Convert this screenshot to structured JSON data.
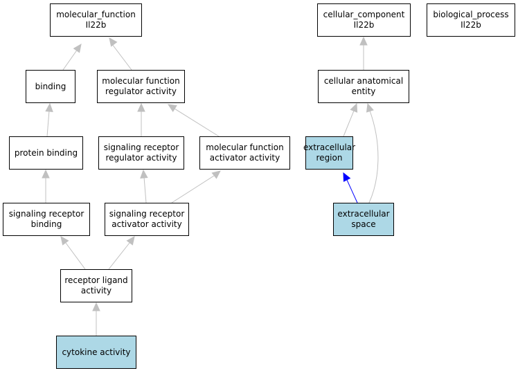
{
  "colors": {
    "highlight_fill": "#add8e6",
    "edge_gray": "#c0c0c0",
    "edge_blue": "#0000ff",
    "border": "#000000"
  },
  "nodes": {
    "mf": {
      "line1": "molecular_function",
      "line2": "Il22b",
      "highlighted": false
    },
    "cc": {
      "line1": "cellular_component",
      "line2": "Il22b",
      "highlighted": false
    },
    "bp": {
      "line1": "biological_process",
      "line2": "Il22b",
      "highlighted": false
    },
    "binding": {
      "line1": "binding",
      "highlighted": false
    },
    "mfra": {
      "line1": "molecular function",
      "line2": "regulator activity",
      "highlighted": false
    },
    "cae": {
      "line1": "cellular anatomical",
      "line2": "entity",
      "highlighted": false
    },
    "pb": {
      "line1": "protein binding",
      "highlighted": false
    },
    "srra": {
      "line1": "signaling receptor",
      "line2": "regulator activity",
      "highlighted": false
    },
    "mfaa": {
      "line1": "molecular function",
      "line2": "activator activity",
      "highlighted": false
    },
    "er": {
      "line1": "extracellular",
      "line2": "region",
      "highlighted": true
    },
    "srb": {
      "line1": "signaling receptor",
      "line2": "binding",
      "highlighted": false
    },
    "sraa": {
      "line1": "signaling receptor",
      "line2": "activator activity",
      "highlighted": false
    },
    "es": {
      "line1": "extracellular",
      "line2": "space",
      "highlighted": true
    },
    "rla": {
      "line1": "receptor ligand",
      "line2": "activity",
      "highlighted": false
    },
    "ca": {
      "line1": "cytokine activity",
      "highlighted": true
    }
  },
  "edges": [
    {
      "from": "binding",
      "to": "mf",
      "relation": "is_a",
      "color": "gray"
    },
    {
      "from": "mfra",
      "to": "mf",
      "relation": "is_a",
      "color": "gray"
    },
    {
      "from": "cae",
      "to": "cc",
      "relation": "is_a",
      "color": "gray"
    },
    {
      "from": "pb",
      "to": "binding",
      "relation": "is_a",
      "color": "gray"
    },
    {
      "from": "srra",
      "to": "mfra",
      "relation": "is_a",
      "color": "gray"
    },
    {
      "from": "mfaa",
      "to": "mfra",
      "relation": "is_a",
      "color": "gray"
    },
    {
      "from": "er",
      "to": "cae",
      "relation": "is_a",
      "color": "gray"
    },
    {
      "from": "es",
      "to": "cae",
      "relation": "is_a",
      "color": "gray"
    },
    {
      "from": "es",
      "to": "er",
      "relation": "part_of",
      "color": "blue"
    },
    {
      "from": "srb",
      "to": "pb",
      "relation": "is_a",
      "color": "gray"
    },
    {
      "from": "sraa",
      "to": "srra",
      "relation": "is_a",
      "color": "gray"
    },
    {
      "from": "sraa",
      "to": "mfaa",
      "relation": "is_a",
      "color": "gray"
    },
    {
      "from": "rla",
      "to": "srb",
      "relation": "is_a",
      "color": "gray"
    },
    {
      "from": "rla",
      "to": "sraa",
      "relation": "is_a",
      "color": "gray"
    },
    {
      "from": "ca",
      "to": "rla",
      "relation": "is_a",
      "color": "gray"
    }
  ]
}
